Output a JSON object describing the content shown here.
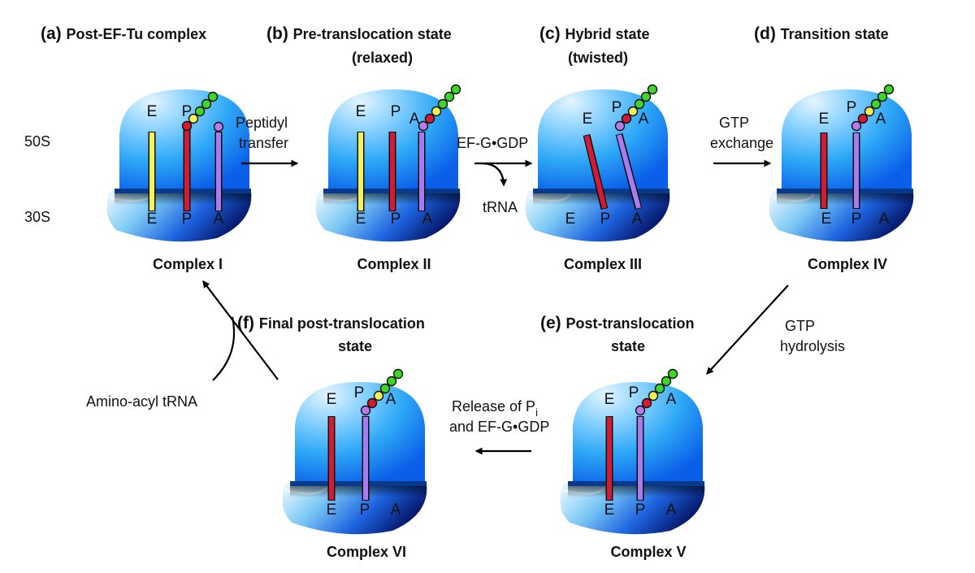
{
  "subunits": {
    "large": "50S",
    "small": "30S"
  },
  "site_letters": {
    "e": "E",
    "p": "P",
    "a": "A"
  },
  "colors": {
    "ribosome_light": "#d8f0ff",
    "ribosome_mid": "#37b4ff",
    "ribosome_dark": "#0b54e6",
    "trna_yellow": "#f4f15a",
    "trna_red": "#d41b34",
    "trna_purple": "#a97bf0",
    "peptide_green": "#3fd62a",
    "peptide_yellow": "#f4f15a",
    "peptide_red": "#d41b34",
    "peptide_purple": "#b87be8"
  },
  "states": [
    {
      "id": "a",
      "letter": "(a)",
      "title": [
        "Post-EF-Tu complex"
      ],
      "complex": "Complex I"
    },
    {
      "id": "b",
      "letter": "(b)",
      "title": [
        "Pre-translocation state",
        "(relaxed)"
      ],
      "complex": "Complex II"
    },
    {
      "id": "c",
      "letter": "(c)",
      "title": [
        "Hybrid state",
        "(twisted)"
      ],
      "complex": "Complex III"
    },
    {
      "id": "d",
      "letter": "(d)",
      "title": [
        "Transition state"
      ],
      "complex": "Complex IV"
    },
    {
      "id": "e",
      "letter": "(e)",
      "title": [
        "Post-translocation",
        "state"
      ],
      "complex": "Complex V"
    },
    {
      "id": "f",
      "letter": "(f)",
      "title": [
        "Final post-translocation",
        "state"
      ],
      "complex": "Complex VI"
    }
  ],
  "steps": {
    "a_to_b": [
      "Peptidyl",
      "transfer"
    ],
    "b_to_c_in": "EF-G•GDP",
    "b_to_c_out": "tRNA",
    "c_to_d": [
      "GTP",
      "exchange"
    ],
    "d_to_e": [
      "GTP",
      "hydrolysis"
    ],
    "e_to_f_line1_main": "Release of P",
    "e_to_f_line1_sub": "i",
    "e_to_f_line2": "and EF-G•GDP",
    "f_to_a": "Amino-acyl tRNA"
  }
}
